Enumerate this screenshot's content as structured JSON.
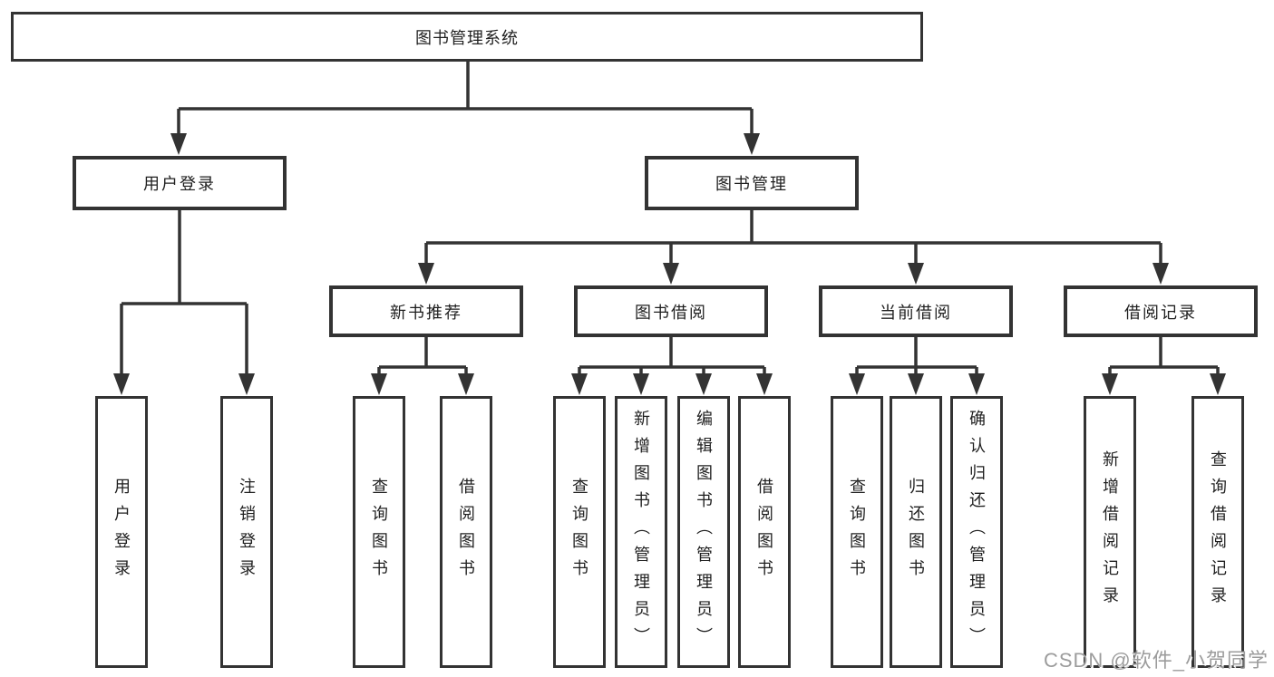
{
  "diagram_title": "图书管理系统",
  "tree": {
    "root": {
      "label": "图书管理系统"
    },
    "level2": [
      {
        "label": "用户登录"
      },
      {
        "label": "图书管理"
      }
    ],
    "level3": [
      {
        "label": "新书推荐"
      },
      {
        "label": "图书借阅"
      },
      {
        "label": "当前借阅"
      },
      {
        "label": "借阅记录"
      }
    ],
    "leaves": {
      "user_login": [
        "用户登录",
        "注销登录"
      ],
      "new_book": [
        "查询图书",
        "借阅图书"
      ],
      "borrow": [
        "查询图书",
        "新增图书（管理员）",
        "编辑图书（管理员）",
        "借阅图书"
      ],
      "current": [
        "查询图书",
        "归还图书",
        "确认归还（管理员）"
      ],
      "records": [
        "新增借阅记录",
        "查询借阅记录"
      ]
    }
  },
  "watermark": {
    "text": "CSDN @软件_小贺同学"
  },
  "colors": {
    "line": "#333333",
    "text": "#1f1f1f",
    "background": "#ffffff",
    "watermark": "#9c9c9c"
  }
}
